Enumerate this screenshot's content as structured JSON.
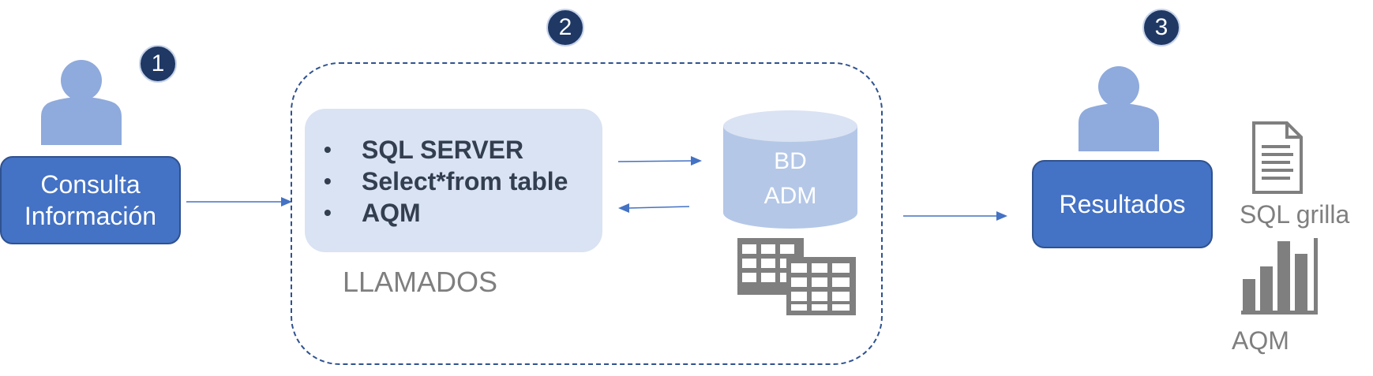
{
  "steps": {
    "one": "1",
    "two": "2",
    "three": "3"
  },
  "consulta": {
    "line1": "Consulta",
    "line2": "Información"
  },
  "calls": {
    "items": [
      "SQL SERVER",
      "Select*from table",
      "AQM"
    ],
    "bullet": "•",
    "label": "LLAMADOS"
  },
  "database": {
    "line1": "BD",
    "line2": "ADM"
  },
  "results": {
    "label": "Resultados",
    "grid_label": "SQL grilla",
    "chart_label": "AQM"
  },
  "colors": {
    "badge": "#1f3864",
    "person": "#8faadc",
    "action_box": "#4472c4",
    "calls_box": "#dae3f3",
    "database": "#b4c7e7",
    "arrow": "#4472c4",
    "icon_gray": "#7f7f7f"
  },
  "icons": {
    "person_left": "user-icon",
    "person_right": "user-icon",
    "database": "database-icon",
    "tables": "table-grid-icon",
    "document": "document-icon",
    "chart": "bar-chart-icon"
  }
}
